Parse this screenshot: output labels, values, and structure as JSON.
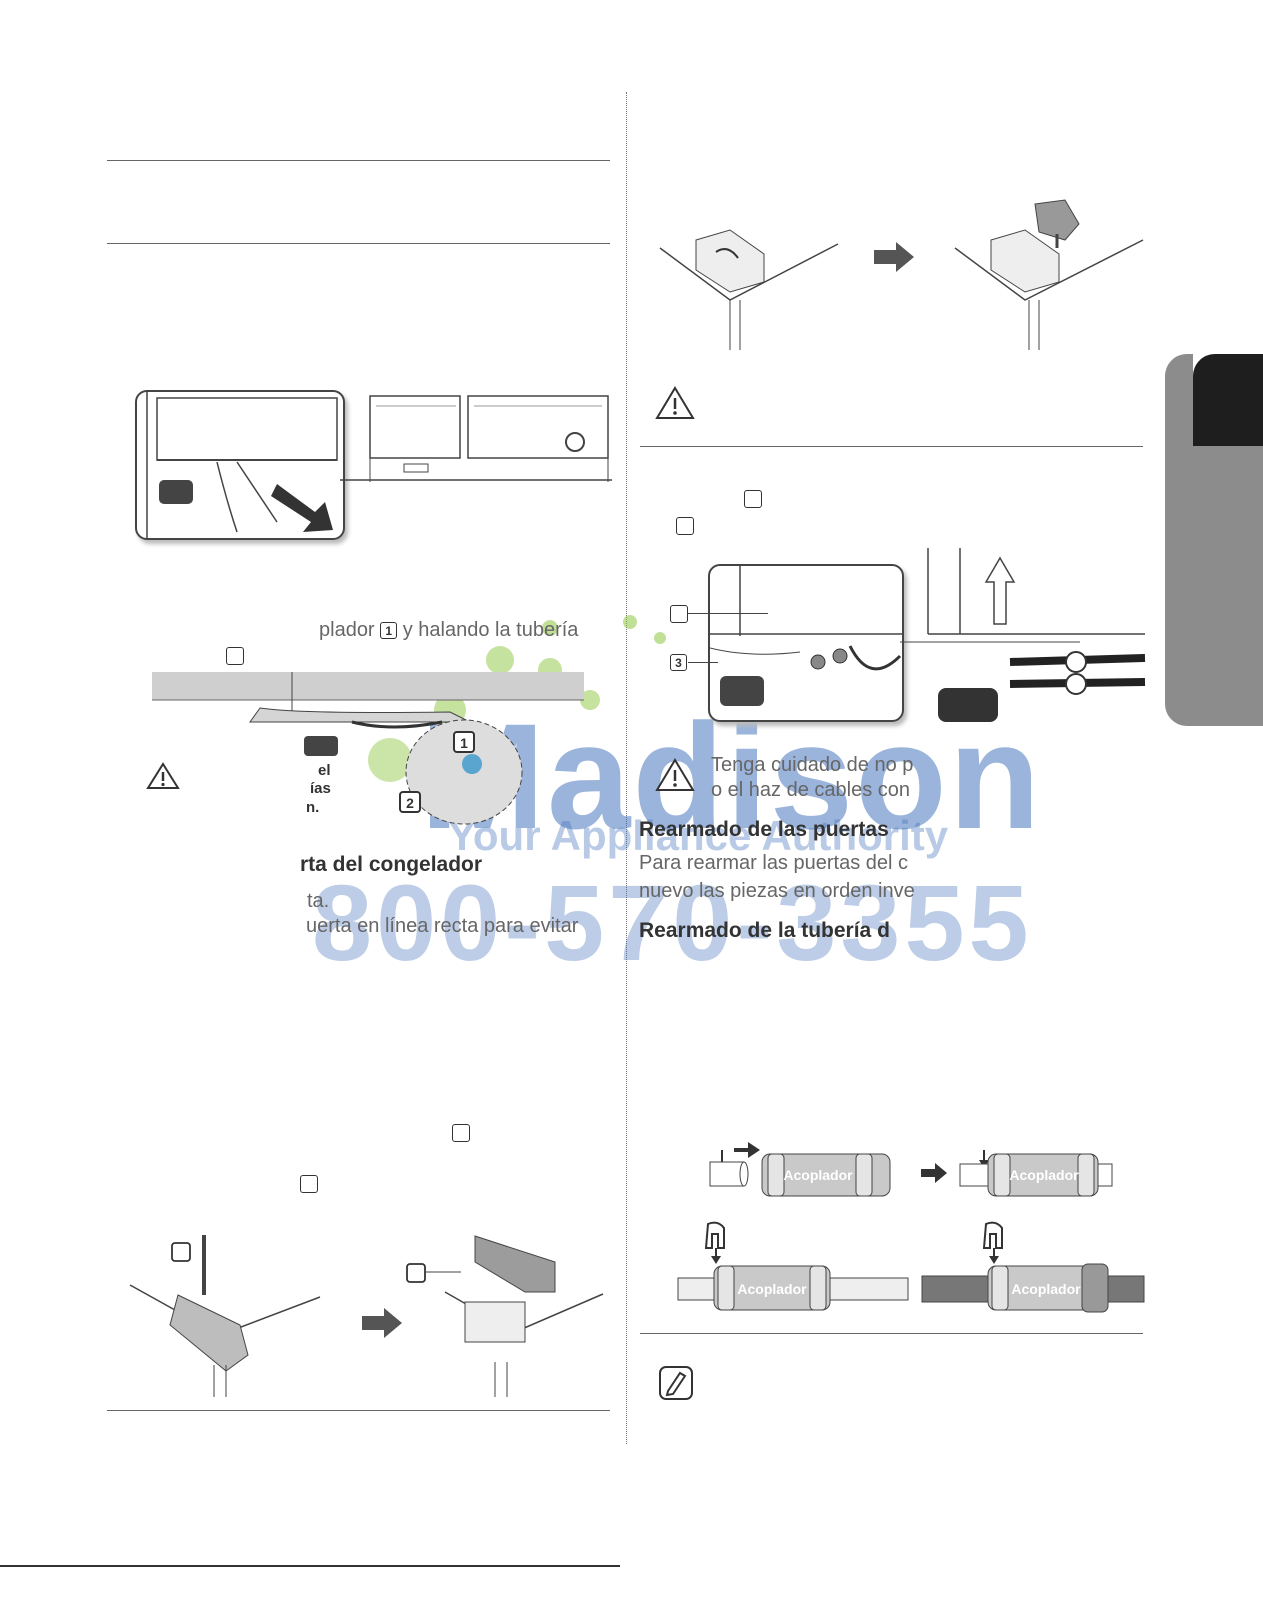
{
  "left": {
    "text_line1": "plador",
    "text_line1_box": "1",
    "text_line1_end": "y halando la tubería",
    "heading1": "rta del congelador",
    "line_ta": "ta.",
    "line_recta": "uerta en línea recta para evitar",
    "warn_frag1": "el",
    "warn_frag2": "ías",
    "warn_frag3": "n.",
    "callout1": "1",
    "callout2": "2"
  },
  "right": {
    "warning_text1": "Tenga cuidado de no p",
    "warning_text2": "o el haz de cables con",
    "heading_doors": "Rearmado de las puertas",
    "doors_text1": "Para rearmar las puertas del c",
    "doors_text2": "nuevo las piezas en orden inve",
    "heading_tube": "Rearmado de la tubería d",
    "label3": "3",
    "coupler1": "Acoplador",
    "coupler2": "Acoplador",
    "coupler3": "Acoplador",
    "coupler4": "Acoplador"
  },
  "watermark": {
    "brand": "Madison",
    "tagline": "Your Appliance Authority",
    "phone": "800-570-3355"
  },
  "colors": {
    "tab_dark": "#1e1e1e",
    "tab_gray": "#8c8c8c",
    "wm_blue": "#3a6bb8",
    "wm_green": "#8cc63f"
  }
}
